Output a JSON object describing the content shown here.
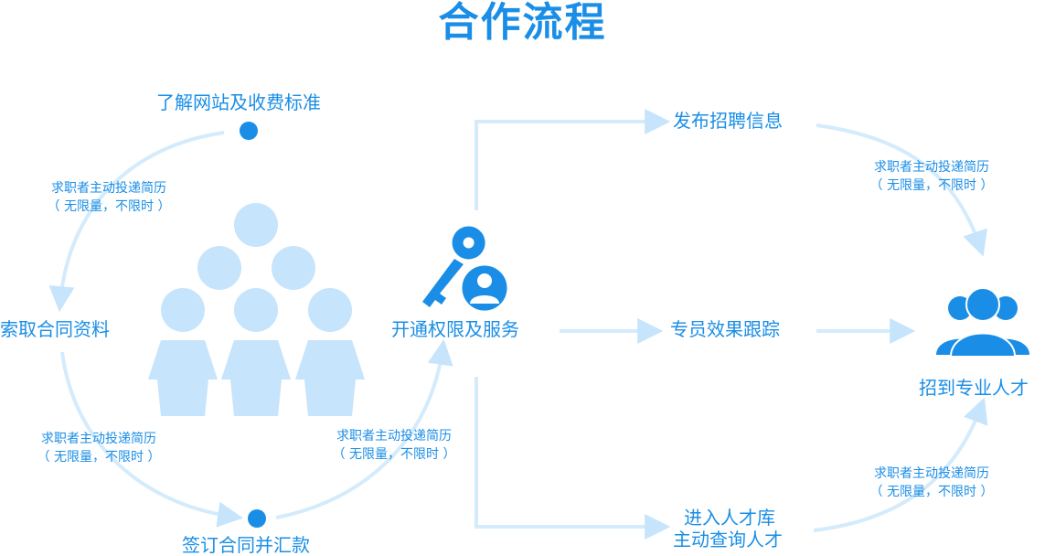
{
  "title": "合作流程",
  "colors": {
    "primary": "#1a8ee6",
    "light": "#c6e4fb",
    "line": "#d4ebfc"
  },
  "nodes": {
    "step_understand": "了解网站及收费标准",
    "step_request": "索取合同资料",
    "step_sign": "签订合同并汇款",
    "step_open": "开通权限及服务",
    "step_publish": "发布招聘信息",
    "step_track": "专员效果跟踪",
    "step_library_1": "进入人才库",
    "step_library_2": "主动查询人才",
    "step_result": "招到专业人才"
  },
  "notes": {
    "line1": "求职者主动投递简历",
    "line2": "（ 无限量，不限时 ）"
  },
  "icons": {
    "people": "people-group-icon",
    "key": "key-user-icon",
    "users": "users-group-icon"
  }
}
